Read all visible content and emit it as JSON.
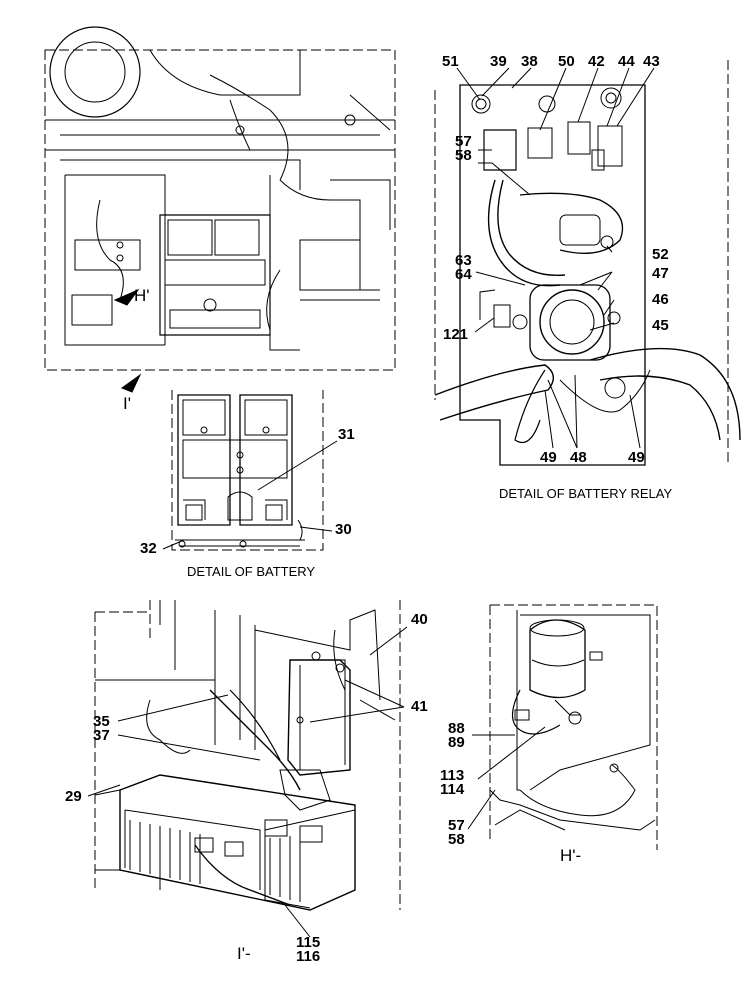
{
  "panels": {
    "relay": {
      "caption": "DETAIL OF BATTERY RELAY"
    },
    "battery": {
      "caption": "DETAIL OF BATTERY"
    },
    "view_i": {
      "caption": "I'-"
    },
    "view_h": {
      "caption": "H'-"
    },
    "overview": {
      "arrow_h": "H'",
      "arrow_i": "I'"
    }
  },
  "callouts": {
    "relay": [
      "51",
      "39",
      "38",
      "50",
      "42",
      "44",
      "43",
      "57",
      "58",
      "63",
      "64",
      "121",
      "52",
      "47",
      "46",
      "45",
      "49",
      "48",
      "49"
    ],
    "battery": [
      "31",
      "32",
      "30"
    ],
    "view_i": [
      "40",
      "35",
      "37",
      "41",
      "29",
      "115",
      "116"
    ],
    "view_h": [
      "88",
      "89",
      "113",
      "114",
      "57",
      "58"
    ]
  }
}
